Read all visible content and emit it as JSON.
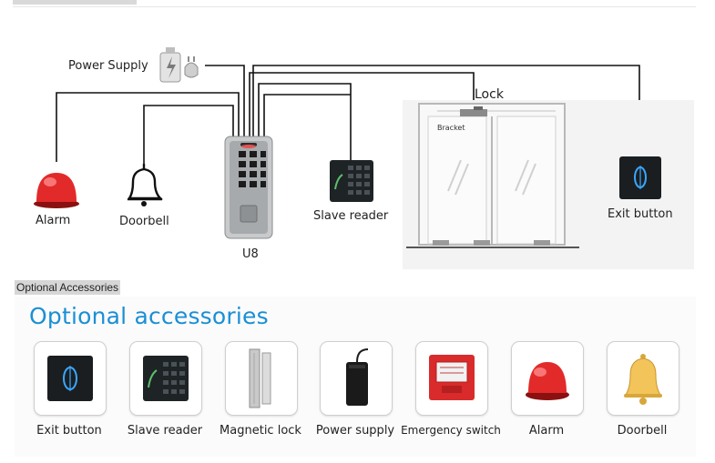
{
  "diagram": {
    "labels": {
      "power_supply": "Power Supply",
      "lock": "Lock",
      "bracket": "Bracket",
      "alarm": "Alarm",
      "doorbell": "Doorbell",
      "controller": "U8",
      "slave_reader": "Slave reader",
      "exit_button": "Exit button"
    }
  },
  "section_tag": "Optional Accessories",
  "accessories": {
    "title": "Optional accessories",
    "items": [
      {
        "label": "Exit button",
        "icon": "exit-button-icon"
      },
      {
        "label": "Slave reader",
        "icon": "keypad-reader-icon"
      },
      {
        "label": "Magnetic lock",
        "icon": "magnetic-lock-icon"
      },
      {
        "label": "Power supply",
        "icon": "power-adapter-icon"
      },
      {
        "label": "Emergency switch",
        "icon": "emergency-switch-icon"
      },
      {
        "label": "Alarm",
        "icon": "siren-icon"
      },
      {
        "label": "Doorbell",
        "icon": "bell-icon"
      }
    ]
  }
}
